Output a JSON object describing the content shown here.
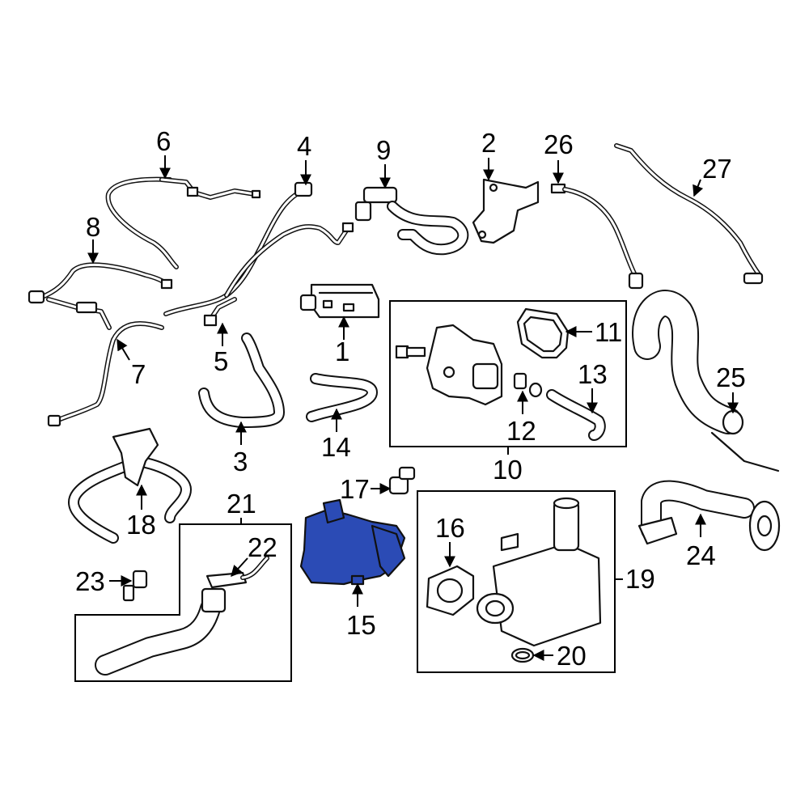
{
  "diagram": {
    "highlight_color": "#2b4bb5",
    "line_color": "#111111",
    "background": "#ffffff",
    "callouts": {
      "c1": "1",
      "c2": "2",
      "c3": "3",
      "c4": "4",
      "c5": "5",
      "c6": "6",
      "c7": "7",
      "c8": "8",
      "c9": "9",
      "c10": "10",
      "c11": "11",
      "c12": "12",
      "c13": "13",
      "c14": "14",
      "c15": "15",
      "c16": "16",
      "c17": "17",
      "c18": "18",
      "c19": "19",
      "c20": "20",
      "c21": "21",
      "c22": "22",
      "c23": "23",
      "c24": "24",
      "c25": "25",
      "c26": "26",
      "c27": "27"
    }
  }
}
